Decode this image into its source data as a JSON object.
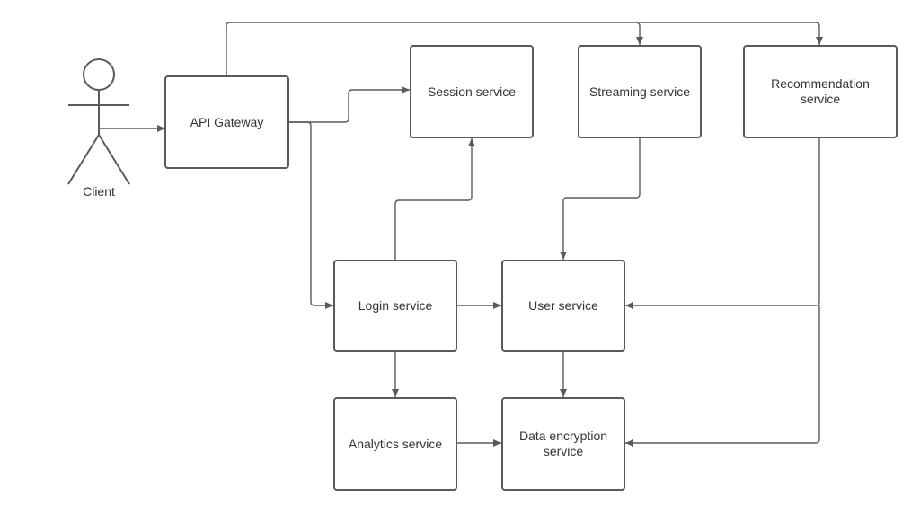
{
  "actor": {
    "label": "Client"
  },
  "nodes": {
    "api_gateway": "API Gateway",
    "session": "Session service",
    "streaming": "Streaming service",
    "recommendation": "Recommendation service",
    "login": "Login service",
    "user": "User service",
    "analytics": "Analytics service",
    "encryption": "Data encryption\nservice"
  },
  "edges": [
    {
      "from": "client",
      "to": "api_gateway"
    },
    {
      "from": "api_gateway",
      "to": "session"
    },
    {
      "from": "api_gateway",
      "to": "streaming"
    },
    {
      "from": "api_gateway",
      "to": "recommendation"
    },
    {
      "from": "api_gateway",
      "to": "login"
    },
    {
      "from": "login",
      "to": "session"
    },
    {
      "from": "login",
      "to": "user"
    },
    {
      "from": "login",
      "to": "analytics"
    },
    {
      "from": "streaming",
      "to": "user"
    },
    {
      "from": "recommendation",
      "to": "user"
    },
    {
      "from": "recommendation",
      "to": "encryption"
    },
    {
      "from": "user",
      "to": "encryption"
    },
    {
      "from": "analytics",
      "to": "encryption"
    }
  ],
  "colors": {
    "stroke": "#5a5a5a",
    "text": "#333333",
    "background": "#ffffff"
  }
}
